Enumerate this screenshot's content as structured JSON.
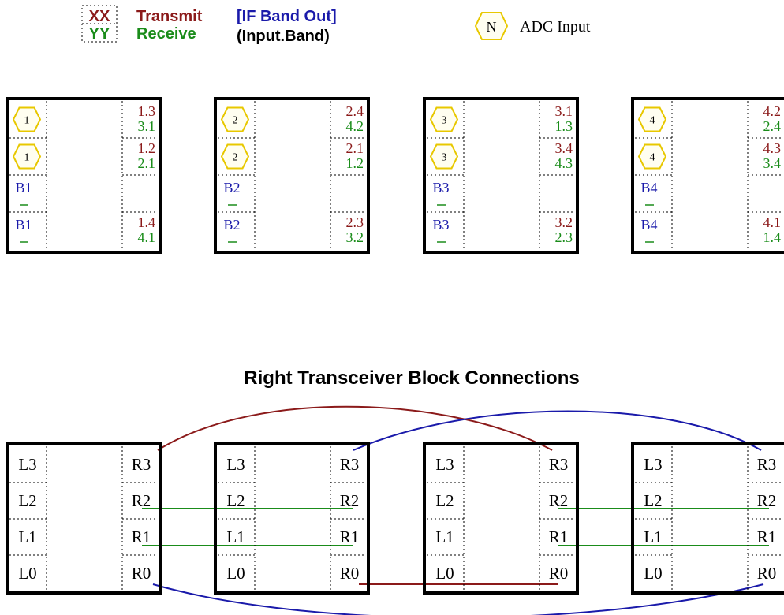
{
  "colors": {
    "transmit": "#8b1a1a",
    "receive": "#1a8c1a",
    "band": "#1a1aaa",
    "black": "#000000",
    "hex_fill": "#fffef0",
    "hex_stroke": "#e8c800"
  },
  "legend": {
    "xx": "XX",
    "yy": "YY",
    "transmit": "Transmit",
    "receive": "Receive",
    "if_band_out": "[IF Band Out]",
    "input_band": "(Input.Band)",
    "adc_symbol": "N",
    "adc_label": "ADC Input"
  },
  "section_title": "Right Transceiver Block Connections",
  "top_blocks": [
    {
      "hex": [
        "1",
        "1"
      ],
      "bands": [
        "B1",
        "B1"
      ],
      "rows": [
        [
          "1.3",
          "3.1"
        ],
        [
          "1.2",
          "2.1"
        ],
        null,
        [
          "1.4",
          "4.1"
        ]
      ]
    },
    {
      "hex": [
        "2",
        "2"
      ],
      "bands": [
        "B2",
        "B2"
      ],
      "rows": [
        [
          "2.4",
          "4.2"
        ],
        [
          "2.1",
          "1.2"
        ],
        null,
        [
          "2.3",
          "3.2"
        ]
      ]
    },
    {
      "hex": [
        "3",
        "3"
      ],
      "bands": [
        "B3",
        "B3"
      ],
      "rows": [
        [
          "3.1",
          "1.3"
        ],
        [
          "3.4",
          "4.3"
        ],
        null,
        [
          "3.2",
          "2.3"
        ]
      ]
    },
    {
      "hex": [
        "4",
        "4"
      ],
      "bands": [
        "B4",
        "B4"
      ],
      "rows": [
        [
          "4.2",
          "2.4"
        ],
        [
          "4.3",
          "3.4"
        ],
        null,
        [
          "4.1",
          "1.4"
        ]
      ]
    }
  ],
  "bottom_blocks": [
    {
      "left": [
        "L3",
        "L2",
        "L1",
        "L0"
      ],
      "right": [
        "R3",
        "R2",
        "R1",
        "R0"
      ]
    },
    {
      "left": [
        "L3",
        "L2",
        "L1",
        "L0"
      ],
      "right": [
        "R3",
        "R2",
        "R1",
        "R0"
      ]
    },
    {
      "left": [
        "L3",
        "L2",
        "L1",
        "L0"
      ],
      "right": [
        "R3",
        "R2",
        "R1",
        "R0"
      ]
    },
    {
      "left": [
        "L3",
        "L2",
        "L1",
        "L0"
      ],
      "right": [
        "R3",
        "R2",
        "R1",
        "R0"
      ]
    }
  ],
  "connections": [
    {
      "from": "block1.R3",
      "to": "block3.R3",
      "color": "#8b1a1a"
    },
    {
      "from": "block2.R3",
      "to": "block4.R3",
      "color": "#1a1aaa"
    },
    {
      "from": "block1.R0",
      "to": "block4.R0",
      "color": "#1a1aaa"
    },
    {
      "from": "block2.R0",
      "to": "block3.R0",
      "color": "#8b1a1a"
    },
    {
      "from": "block1.R2",
      "to": "block2.R2",
      "color": "#1a8c1a"
    },
    {
      "from": "block1.R1",
      "to": "block2.R1",
      "color": "#1a8c1a"
    },
    {
      "from": "block3.R2",
      "to": "block4.R2",
      "color": "#1a8c1a"
    },
    {
      "from": "block3.R1",
      "to": "block4.R1",
      "color": "#1a8c1a"
    }
  ]
}
